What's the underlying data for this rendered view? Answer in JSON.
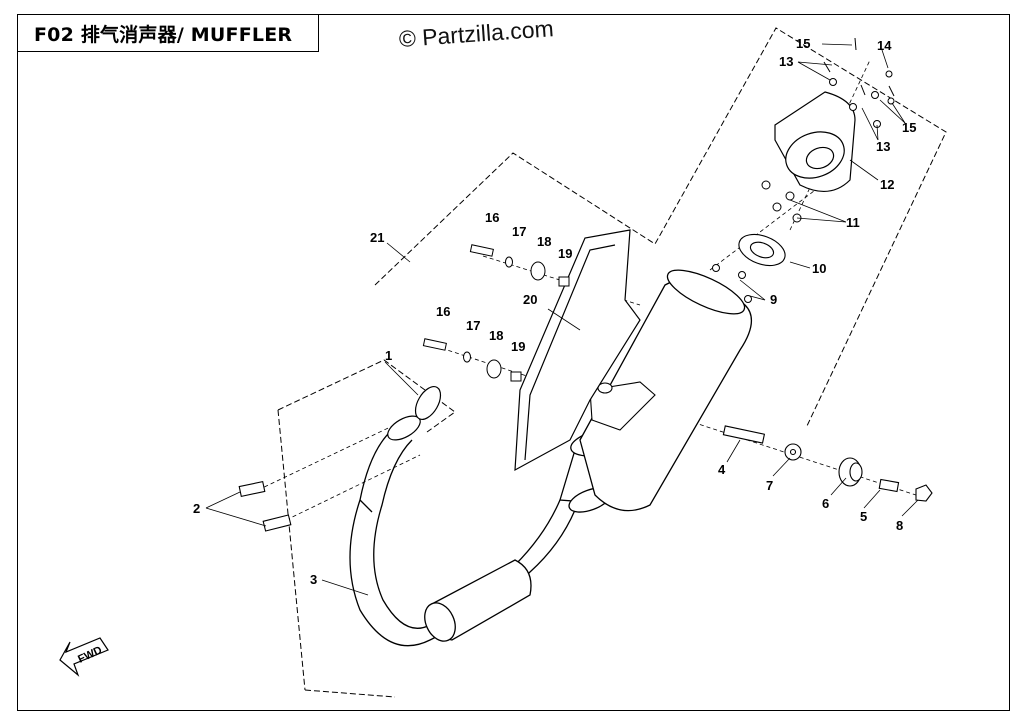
{
  "header": {
    "title": "F02  排气消声器/ MUFFLER"
  },
  "watermark": "© Partzilla.com",
  "fwd_label": "FWD",
  "callouts": {
    "c1": "1",
    "c2": "2",
    "c3": "3",
    "c4": "4",
    "c5": "5",
    "c6": "6",
    "c7": "7",
    "c8": "8",
    "c9": "9",
    "c10": "10",
    "c11": "11",
    "c12": "12",
    "c13a": "13",
    "c13b": "13",
    "c14": "14",
    "c15a": "15",
    "c15b": "15",
    "c16a": "16",
    "c16b": "16",
    "c17a": "17",
    "c17b": "17",
    "c18a": "18",
    "c18b": "18",
    "c19a": "19",
    "c19b": "19",
    "c20": "20",
    "c21": "21"
  }
}
